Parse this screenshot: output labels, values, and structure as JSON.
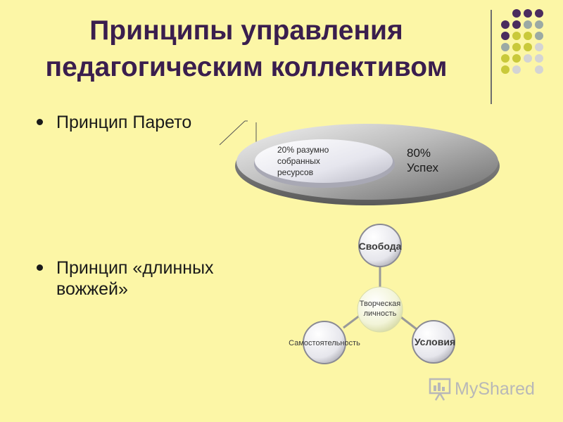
{
  "slide": {
    "title_line1": "Принципы управления",
    "title_line2": "педагогическим коллективом",
    "colors": {
      "background": "#FCF6A6",
      "title": "#3A1E4E",
      "dot_purple": "#4B2C5E",
      "dot_olive": "#C9C93A",
      "dot_teal": "#9BAAA4",
      "dot_gray": "#D4D4D4"
    }
  },
  "bullets": [
    {
      "text": "Принцип Парето"
    },
    {
      "text": "Принцип «длинных вожжей»"
    }
  ],
  "pareto": {
    "inner_text": "20% разумно собранных ресурсов",
    "outer_line1": "80%",
    "outer_line2": "Успех"
  },
  "cycle": {
    "top": "Свобода",
    "center": "Творческая личность",
    "right": "Условия",
    "left": "Самостоятельность"
  },
  "watermark": {
    "text": "MyShared",
    "icon": "presentation-board-icon"
  }
}
